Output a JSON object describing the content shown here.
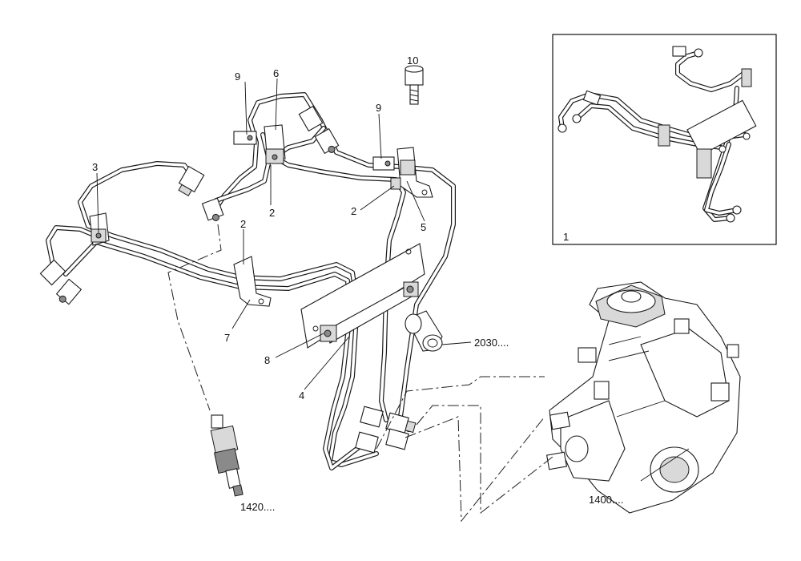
{
  "callouts": {
    "c1": "1",
    "c2a": "2",
    "c2b": "2",
    "c2c": "2",
    "c3": "3",
    "c4": "4",
    "c5": "5",
    "c6": "6",
    "c7": "7",
    "c8": "8",
    "c9a": "9",
    "c9b": "9",
    "c10": "10",
    "ref_2030": "2030....",
    "ref_1420": "1420....",
    "ref_1400": "1400...."
  }
}
